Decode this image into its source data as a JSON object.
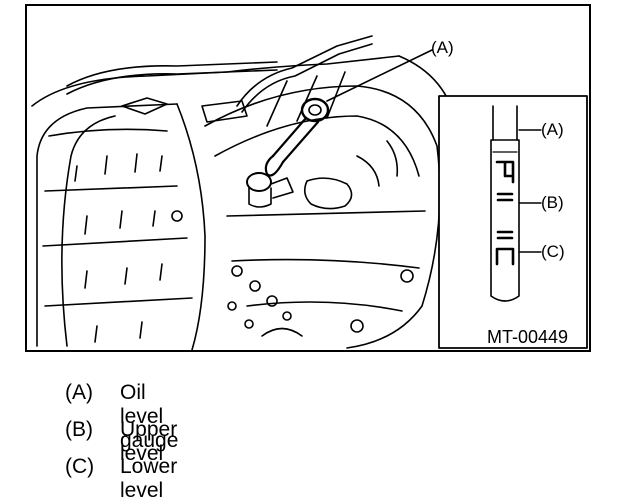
{
  "figure": {
    "reference_code": "MT-00449",
    "callouts": {
      "gauge_main": "(A)",
      "detail_a": "(A)",
      "detail_b": "(B)",
      "detail_c": "(C)"
    },
    "gauge_marks": {
      "upper": "F",
      "lower": "L"
    }
  },
  "legend": {
    "items": [
      {
        "code": "(A)",
        "text": "Oil level gauge"
      },
      {
        "code": "(B)",
        "text": "Upper level"
      },
      {
        "code": "(C)",
        "text": "Lower level"
      }
    ]
  }
}
